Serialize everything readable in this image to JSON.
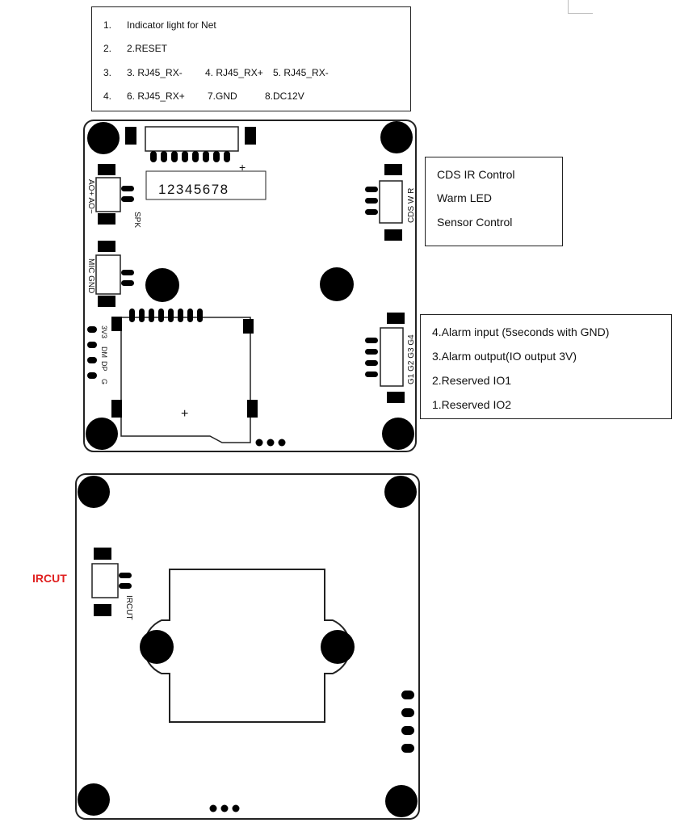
{
  "top_legend": {
    "rows": [
      {
        "num": "1.",
        "text": "Indicator light for Net",
        "extra": []
      },
      {
        "num": "2.",
        "text": "2.RESET",
        "extra": []
      },
      {
        "num": "3.",
        "text": "3. RJ45_RX-",
        "extra": [
          "4. RJ45_RX+",
          "5. RJ45_RX-"
        ]
      },
      {
        "num": "4.",
        "text": "6. RJ45_RX+",
        "extra": [
          "7.GND",
          "8.DC12V"
        ]
      }
    ]
  },
  "cds_box": {
    "lines": [
      "CDS IR Control",
      "Warm LED",
      "Sensor Control"
    ]
  },
  "alarm_box": {
    "lines": [
      "4.Alarm input (5seconds with GND)",
      "3.Alarm output(IO output 3V)",
      "2.Reserved IO1",
      "1.Reserved IO2"
    ]
  },
  "board_top": {
    "connector_numbers": "12345678",
    "plus_mark": "+",
    "ao_label": "AO+ AO−",
    "spk_label": "SPK",
    "mic_label": "MIC GND",
    "usb_labels": [
      "3V3",
      "DM",
      "DP",
      "G"
    ],
    "cds_label": "CDS W R",
    "g_label": "G1 G2 G3 G4",
    "sd_plus": "+"
  },
  "board_bottom": {
    "ircut_label": "IRCUT",
    "ircut_silk": "IRCUT"
  }
}
